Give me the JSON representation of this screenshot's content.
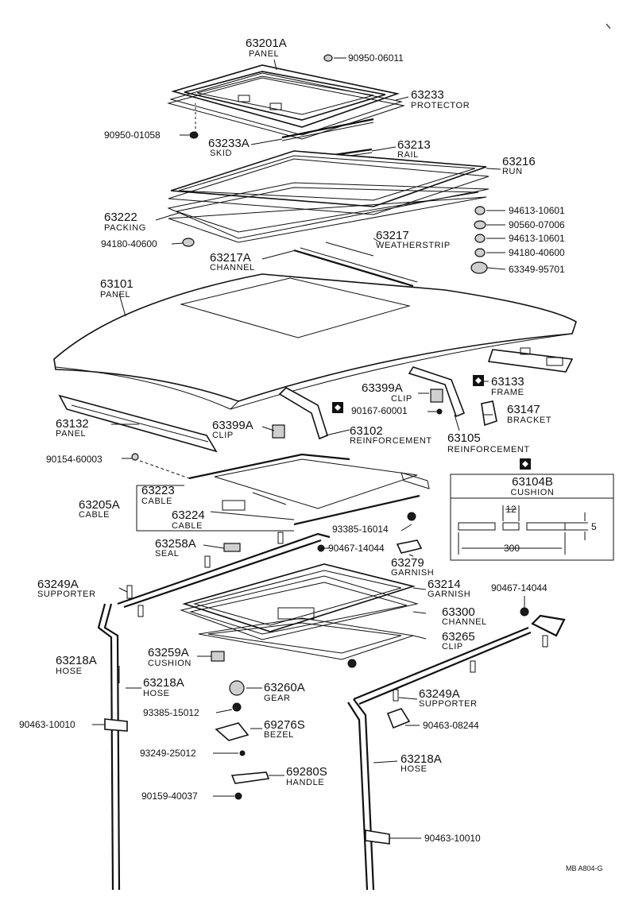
{
  "callouts": [
    {
      "id": "panel-top",
      "num": "63201A",
      "name": "PANEL"
    },
    {
      "id": "nut-top",
      "num": "90950-06011",
      "name": ""
    },
    {
      "id": "protector",
      "num": "63233",
      "name": "PROTECTOR"
    },
    {
      "id": "nut-left",
      "num": "90950-01058",
      "name": ""
    },
    {
      "id": "skid",
      "num": "63233A",
      "name": "SKID"
    },
    {
      "id": "rail",
      "num": "63213",
      "name": "RAIL"
    },
    {
      "id": "run",
      "num": "63216",
      "name": "RUN"
    },
    {
      "id": "packing",
      "num": "63222",
      "name": "PACKING"
    },
    {
      "id": "nut-mid-left",
      "num": "94180-40600",
      "name": ""
    },
    {
      "id": "weatherstrip",
      "num": "63217",
      "name": "WEATHERSTRIP"
    },
    {
      "id": "channel-ws",
      "num": "63217A",
      "name": "CHANNEL"
    },
    {
      "id": "r1",
      "num": "94613-10601",
      "name": ""
    },
    {
      "id": "r2",
      "num": "90560-07006",
      "name": ""
    },
    {
      "id": "r3",
      "num": "94613-10601",
      "name": ""
    },
    {
      "id": "r4",
      "num": "94180-40600",
      "name": ""
    },
    {
      "id": "r5",
      "num": "63349-95701",
      "name": ""
    },
    {
      "id": "roof-panel",
      "num": "63101",
      "name": "PANEL"
    },
    {
      "id": "frame",
      "num": "63133",
      "name": "FRAME"
    },
    {
      "id": "clip-r",
      "num": "63399A",
      "name": "CLIP"
    },
    {
      "id": "screw-clip",
      "num": "90167-60001",
      "name": ""
    },
    {
      "id": "bracket",
      "num": "63147",
      "name": "BRACKET"
    },
    {
      "id": "panel-front",
      "num": "63132",
      "name": "PANEL"
    },
    {
      "id": "clip-l",
      "num": "63399A",
      "name": "CLIP"
    },
    {
      "id": "reinf-l",
      "num": "63102",
      "name": "REINFORCEMENT"
    },
    {
      "id": "reinf-r",
      "num": "63105",
      "name": "REINFORCEMENT"
    },
    {
      "id": "screw-90154",
      "num": "90154-60003",
      "name": ""
    },
    {
      "id": "cable-63223",
      "num": "63223",
      "name": "CABLE"
    },
    {
      "id": "cable-63205a",
      "num": "63205A",
      "name": "CABLE"
    },
    {
      "id": "cable-63224",
      "num": "63224",
      "name": "CABLE"
    },
    {
      "id": "bolt-93385",
      "num": "93385-16014",
      "name": ""
    },
    {
      "id": "seal",
      "num": "63258A",
      "name": "SEAL"
    },
    {
      "id": "clamp-14044",
      "num": "90467-14044",
      "name": ""
    },
    {
      "id": "garnish-63279",
      "num": "63279",
      "name": "GARNISH"
    },
    {
      "id": "supporter-l",
      "num": "63249A",
      "name": "SUPPORTER"
    },
    {
      "id": "garnish-63214",
      "num": "63214",
      "name": "GARNISH"
    },
    {
      "id": "clamp-r",
      "num": "90467-14044",
      "name": ""
    },
    {
      "id": "channel-63300",
      "num": "63300",
      "name": "CHANNEL"
    },
    {
      "id": "clip-63265",
      "num": "63265",
      "name": "CLIP"
    },
    {
      "id": "cushion-63259a",
      "num": "63259A",
      "name": "CUSHION"
    },
    {
      "id": "hose-l1",
      "num": "63218A",
      "name": "HOSE"
    },
    {
      "id": "hose-l2",
      "num": "63218A",
      "name": "HOSE"
    },
    {
      "id": "gear",
      "num": "63260A",
      "name": "GEAR"
    },
    {
      "id": "supporter-r",
      "num": "63249A",
      "name": "SUPPORTER"
    },
    {
      "id": "screw-15012",
      "num": "93385-15012",
      "name": ""
    },
    {
      "id": "clamp-10010-l",
      "num": "90463-10010",
      "name": ""
    },
    {
      "id": "bezel",
      "num": "69276S",
      "name": "BEZEL"
    },
    {
      "id": "clamp-08244",
      "num": "90463-08244",
      "name": ""
    },
    {
      "id": "screw-25012",
      "num": "93249-25012",
      "name": ""
    },
    {
      "id": "hose-r",
      "num": "63218A",
      "name": "HOSE"
    },
    {
      "id": "handle",
      "num": "69280S",
      "name": "HANDLE"
    },
    {
      "id": "screw-40037",
      "num": "90159-40037",
      "name": ""
    },
    {
      "id": "clamp-10010-r",
      "num": "90463-10010",
      "name": ""
    }
  ],
  "detail": {
    "num": "63104B",
    "name": "CUSHION",
    "dim_width": "12",
    "dim_thickness": "5",
    "dim_length": "300"
  },
  "footer": {
    "ref": "MB  A804-G"
  },
  "colors": {
    "ink": "#111111",
    "paper": "#ffffff",
    "shade": "#cfcfcf"
  }
}
